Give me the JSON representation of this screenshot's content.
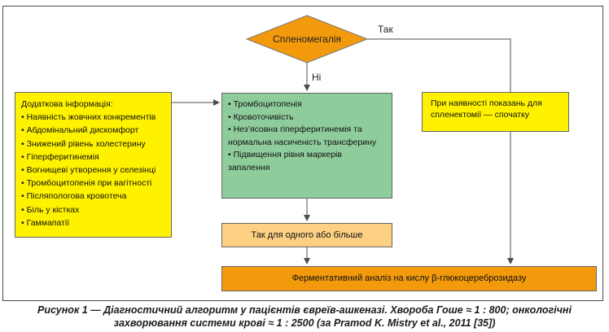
{
  "diagram": {
    "decision": "Спленомегалія",
    "edge_yes": "Так",
    "edge_no": "Ні",
    "info_box": {
      "title": "Додаткова інформація:",
      "items": [
        "• Наявність жовчних конкрементів",
        "• Абдомінальний дискомфорт",
        "• Знижений рівень холестерину",
        "• Гіперферитинемія",
        "• Вогнищеві утворення у селезінці",
        "• Тромбоцитопенія при вагітності",
        "• Післяпологова кровотеча",
        "• Біль у кістках",
        "• Гаммапатії"
      ]
    },
    "criteria_box": {
      "items": [
        "• Тромбоцитопенія",
        "• Кровоточивість",
        "• Нез’ясовна гіперферитинемія та нормальна насиченість трансферину",
        "• Підвищення рівня маркерів запалення"
      ]
    },
    "splenectomy_note": "При наявності показань для спленектомії — спочатку",
    "one_or_more": "Так для одного або більше",
    "enzyme_test": "Ферментативний аналіз на кислу β-глюкоцереброзидазу"
  },
  "caption": {
    "line1": "Рисунок 1 — Діагностичний алгоритм у пацієнтів євреїв-ашкеназі. Хвороба Гоше ≈ 1 : 800; онкологічні",
    "line2": "захворювання системи крові ≈ 1 : 2500 (за Pramod K. Mistry et al., 2011 [35])"
  },
  "colors": {
    "decision_fill": "#f29a0c",
    "info_fill": "#fff200",
    "criteria_fill": "#8fcc9b",
    "one_or_more_fill": "#fdd083",
    "enzyme_fill": "#f29a0c",
    "connector": "#4d4d4d"
  }
}
